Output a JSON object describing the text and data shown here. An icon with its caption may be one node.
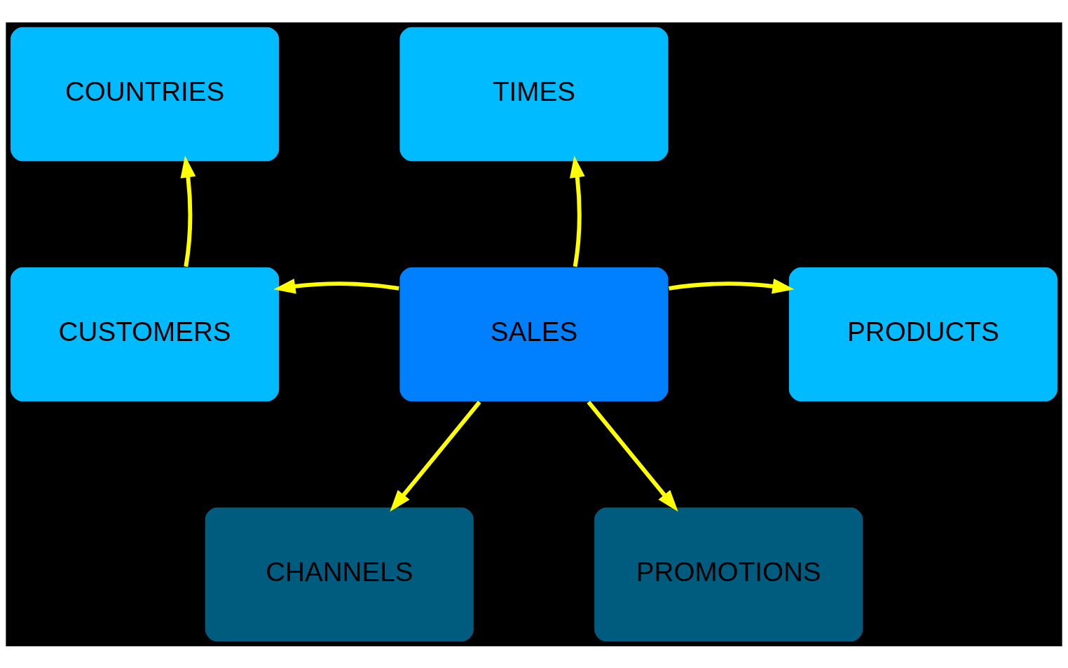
{
  "diagram": {
    "nodes": [
      {
        "text": [
          "COUNTRIES"
        ]
      },
      {
        "text": [
          "TIMES"
        ]
      },
      {
        "text": [
          "CUSTOMERS"
        ]
      },
      {
        "text": [
          "SALES"
        ]
      },
      {
        "text": [
          "PRODUCTS"
        ]
      },
      {
        "text": [
          "CHANNELS"
        ]
      },
      {
        "text": [
          "PROMOTIONS"
        ]
      }
    ],
    "edges": [
      {
        "from": 2,
        "to": 0,
        "arrow": "to"
      },
      {
        "from": 3,
        "to": 1,
        "arrow": "to"
      },
      {
        "from": 3,
        "to": 2,
        "arrow": "to"
      },
      {
        "from": 3,
        "to": 4,
        "arrow": "to"
      },
      {
        "from": 3,
        "to": 5,
        "arrow": "to"
      },
      {
        "from": 3,
        "to": 6,
        "arrow": "to"
      }
    ]
  }
}
